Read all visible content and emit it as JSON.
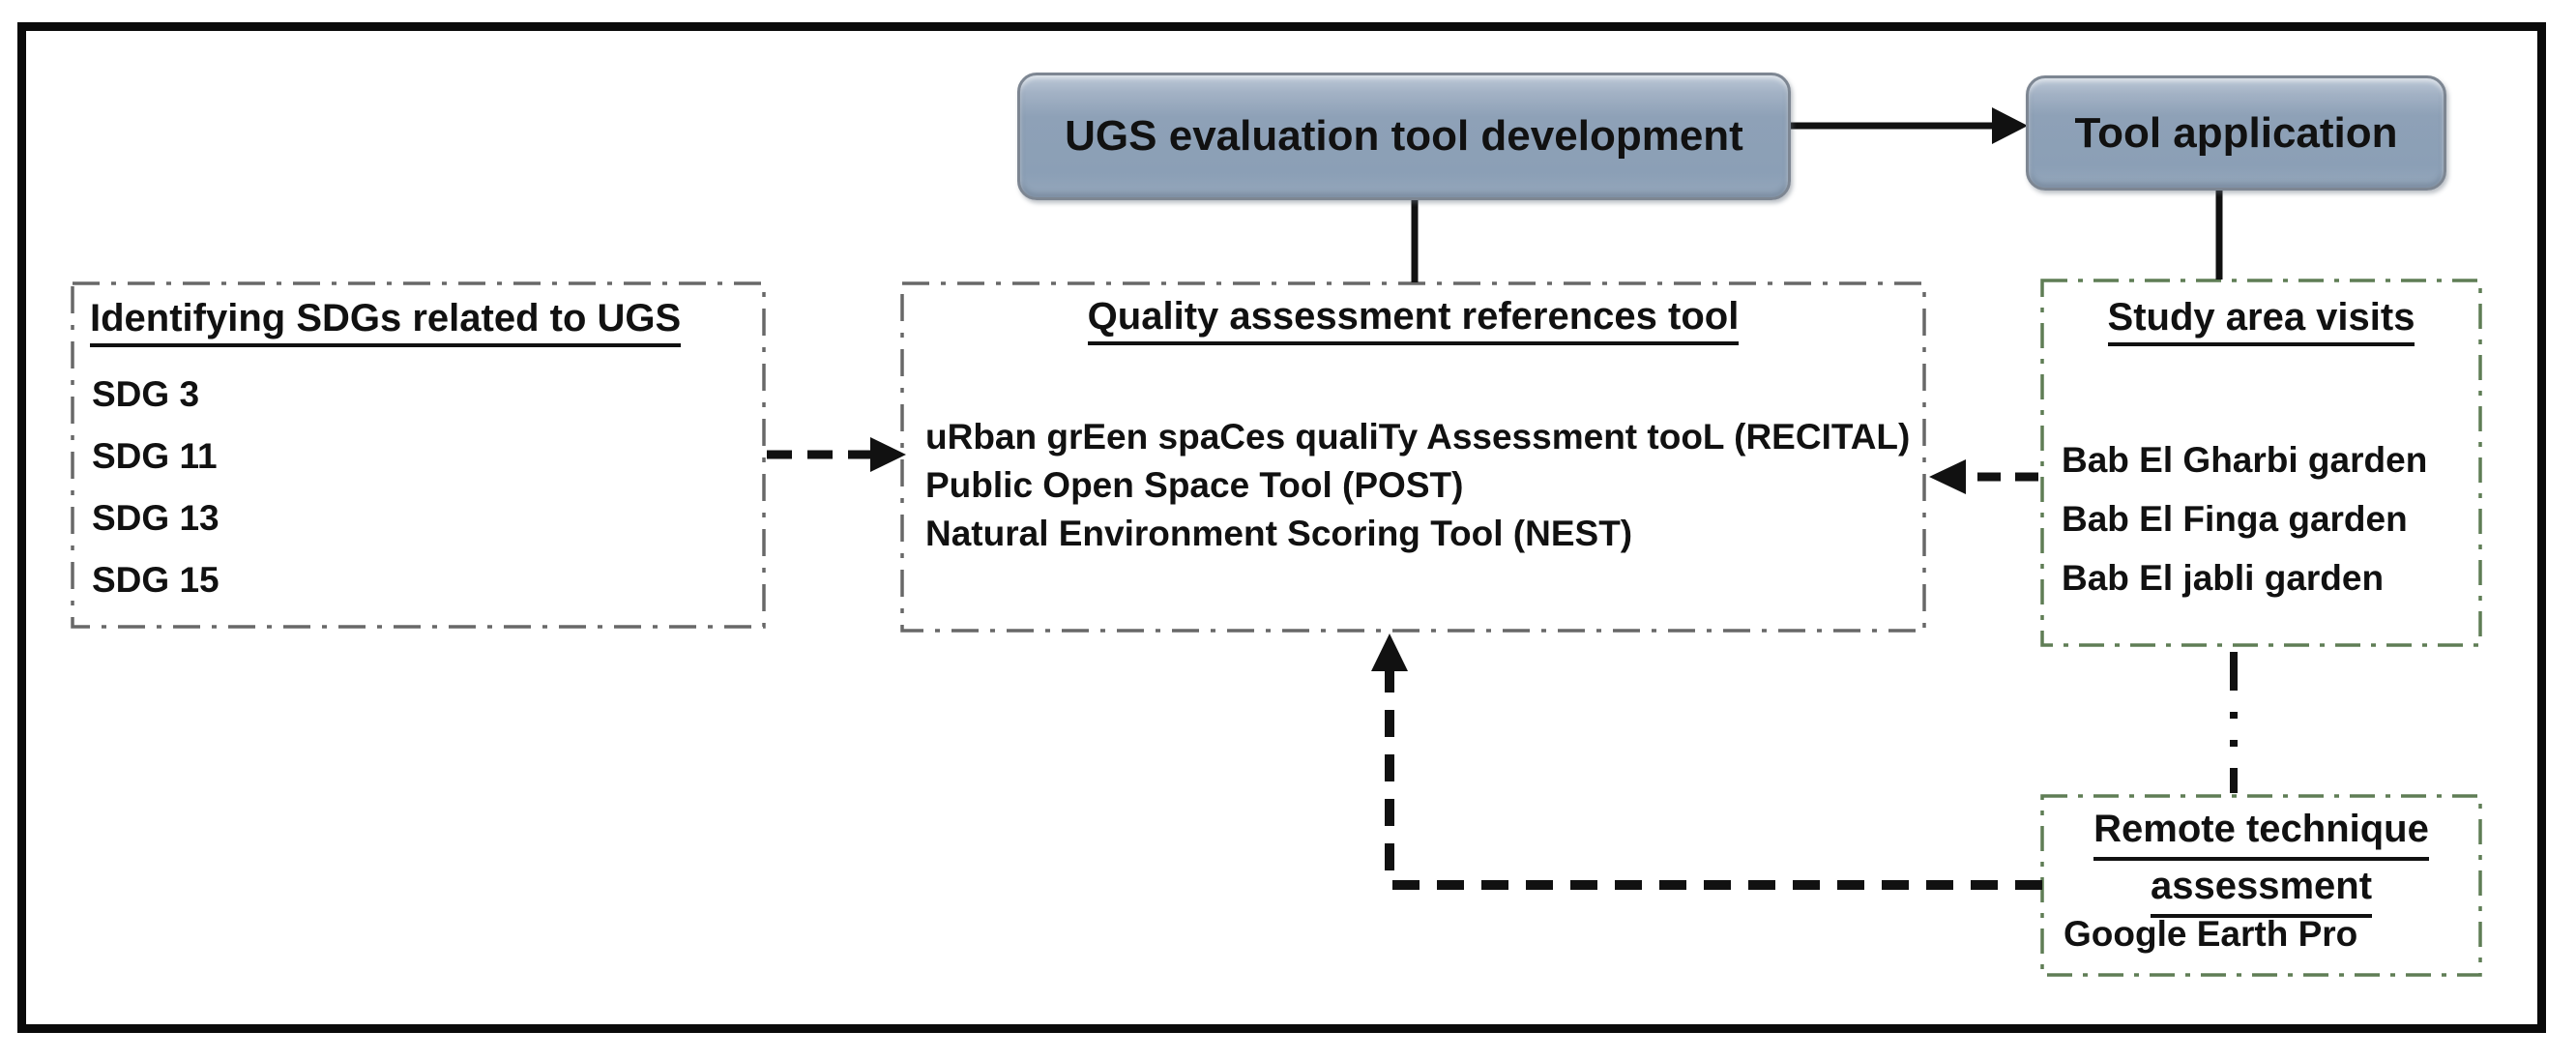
{
  "figure": {
    "type": "flow-diagram",
    "background": "#ffffff",
    "frame_border_color": "#0a0a0a"
  },
  "process_boxes": {
    "development": {
      "label": "UGS evaluation tool development"
    },
    "application": {
      "label": "Tool application"
    }
  },
  "boxes": {
    "sdg": {
      "title": "Identifying SDGs related to UGS",
      "items": [
        "SDG 3",
        "SDG 11",
        "SDG 13",
        "SDG 15"
      ]
    },
    "quality": {
      "title": "Quality assessment references tool",
      "items": [
        "uRban grEen spaCes qualiTy Assessment tooL (RECITAL)",
        "Public Open Space Tool (POST)",
        "Natural Environment Scoring Tool (NEST)"
      ]
    },
    "study": {
      "title": "Study area visits",
      "items": [
        "Bab El Gharbi garden",
        "Bab El Finga garden",
        "Bab El jabli garden"
      ]
    },
    "remote": {
      "title_line1": "Remote technique",
      "title_line2": "assessment",
      "items": [
        "Google Earth Pro"
      ]
    }
  },
  "connectors": [
    {
      "from": "development-box",
      "to": "application-box",
      "style": "solid-arrow"
    },
    {
      "from": "development-box",
      "to": "quality-box",
      "style": "solid-line"
    },
    {
      "from": "application-box",
      "to": "study-box",
      "style": "solid-line"
    },
    {
      "from": "sdg-box",
      "to": "quality-box",
      "style": "dashed-arrow"
    },
    {
      "from": "study-box",
      "to": "quality-box",
      "style": "dashed-arrow"
    },
    {
      "from": "study-box",
      "to": "remote-box",
      "style": "dash-dot-line"
    },
    {
      "from": "remote-box",
      "to": "quality-box",
      "style": "dashed-elbow-arrow"
    }
  ],
  "colors": {
    "process_box_fill": "#8ea1b7",
    "process_box_fill_highlight": "#bcc8d6",
    "process_box_border": "#7d8692",
    "gray_dash_border": "#686868",
    "green_dash_border": "#5f7d55",
    "connector_black": "#111111",
    "text": "#111111"
  }
}
